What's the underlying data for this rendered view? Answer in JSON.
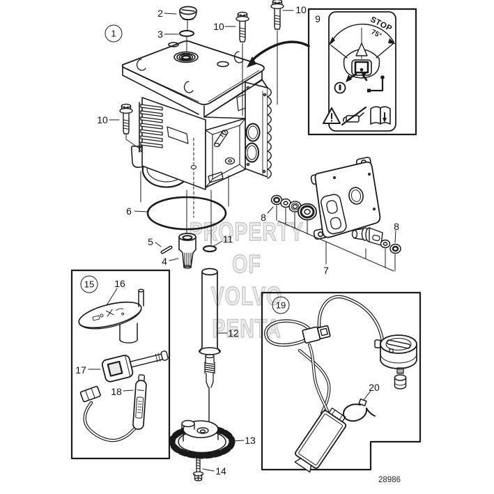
{
  "figure": {
    "type": "exploded-parts-diagram",
    "drawing_number": "28986",
    "watermark_line1": "PROPERTY OF",
    "watermark_line2": "VOLVO PENTA"
  },
  "decal": {
    "stop_text": "STOP",
    "angle_text": "75°"
  },
  "callouts": {
    "item1": "1",
    "item2": "2",
    "item3": "3",
    "item4": "4",
    "item5": "5",
    "item6": "6",
    "item7": "7",
    "item8": "8",
    "item9": "9",
    "item10": "10",
    "item11": "11",
    "item12": "12",
    "item13": "13",
    "item14": "14",
    "item15": "15",
    "item16": "16",
    "item17": "17",
    "item18": "18",
    "item19": "19",
    "item20": "20"
  }
}
